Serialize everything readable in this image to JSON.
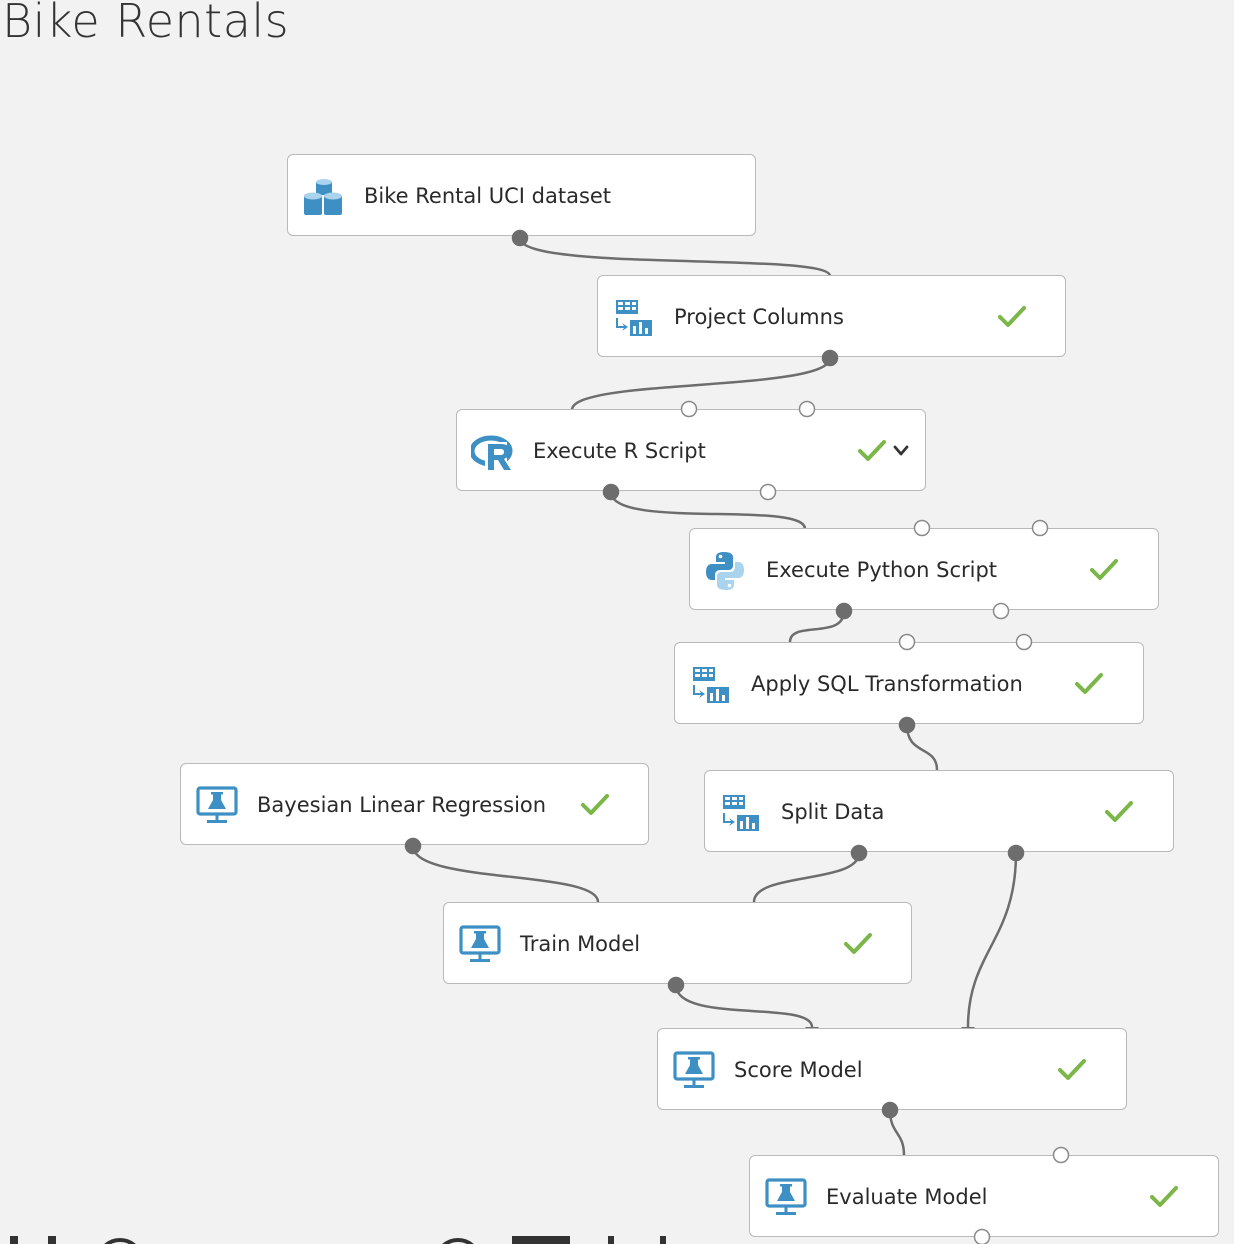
{
  "canvas": {
    "title": "Bike Rentals",
    "colors": {
      "background": "#f2f2f2",
      "node_fill": "#ffffff",
      "node_border": "#b9b9b9",
      "wire": "#6d6d6d",
      "port_filled": "#6d6d6d",
      "port_empty": "#ffffff",
      "icon_blue": "#3d8fc4",
      "success_check": "#7ab648"
    }
  },
  "modules": [
    {
      "id": "bike-rental-uci-dataset",
      "label": "Bike Rental UCI dataset",
      "icon": "dataset-icon",
      "status": "none"
    },
    {
      "id": "project-columns",
      "label": "Project Columns",
      "icon": "data-transform-icon",
      "status": "completed"
    },
    {
      "id": "execute-r-script",
      "label": "Execute R Script",
      "icon": "r-language-icon",
      "status": "completed",
      "menu": "chevron-down-icon"
    },
    {
      "id": "execute-python-script",
      "label": "Execute Python Script",
      "icon": "python-icon",
      "status": "completed"
    },
    {
      "id": "apply-sql-transformation",
      "label": "Apply SQL Transformation",
      "icon": "data-transform-icon",
      "status": "completed"
    },
    {
      "id": "bayesian-linear-regression",
      "label": "Bayesian Linear Regression",
      "icon": "machine-learning-icon",
      "status": "completed"
    },
    {
      "id": "split-data",
      "label": "Split Data",
      "icon": "data-transform-icon",
      "status": "completed"
    },
    {
      "id": "train-model",
      "label": "Train Model",
      "icon": "machine-learning-icon",
      "status": "completed"
    },
    {
      "id": "score-model",
      "label": "Score Model",
      "icon": "machine-learning-icon",
      "status": "completed"
    },
    {
      "id": "evaluate-model",
      "label": "Evaluate Model",
      "icon": "machine-learning-icon",
      "status": "completed"
    }
  ],
  "connections": [
    {
      "from": "bike-rental-uci-dataset",
      "to": "project-columns"
    },
    {
      "from": "project-columns",
      "to": "execute-r-script"
    },
    {
      "from": "execute-r-script",
      "to": "execute-python-script"
    },
    {
      "from": "execute-python-script",
      "to": "apply-sql-transformation"
    },
    {
      "from": "apply-sql-transformation",
      "to": "split-data"
    },
    {
      "from": "bayesian-linear-regression",
      "to": "train-model"
    },
    {
      "from": "split-data",
      "to": "train-model"
    },
    {
      "from": "split-data",
      "to": "score-model"
    },
    {
      "from": "train-model",
      "to": "score-model"
    },
    {
      "from": "score-model",
      "to": "evaluate-model"
    }
  ]
}
